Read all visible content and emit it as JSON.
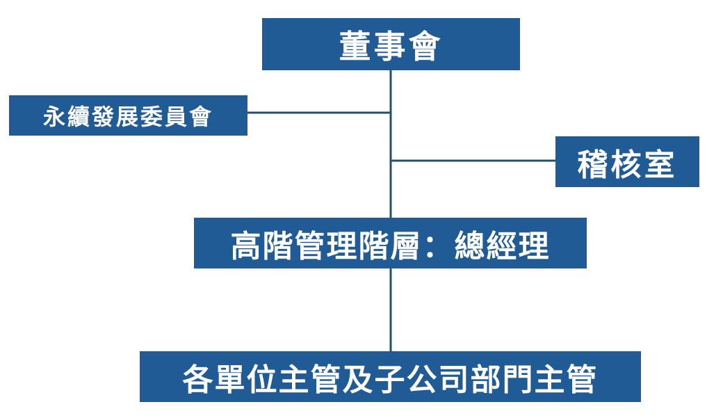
{
  "nodes": {
    "board": "董事會",
    "sustainability_committee": "永續發展委員會",
    "audit_office": "稽核室",
    "senior_management": "高階管理階層：總經理",
    "unit_heads": "各單位主管及子公司部門主管"
  },
  "colors": {
    "node_fill": "#215b96",
    "node_text": "#ffffff",
    "connector": "#24506d"
  }
}
